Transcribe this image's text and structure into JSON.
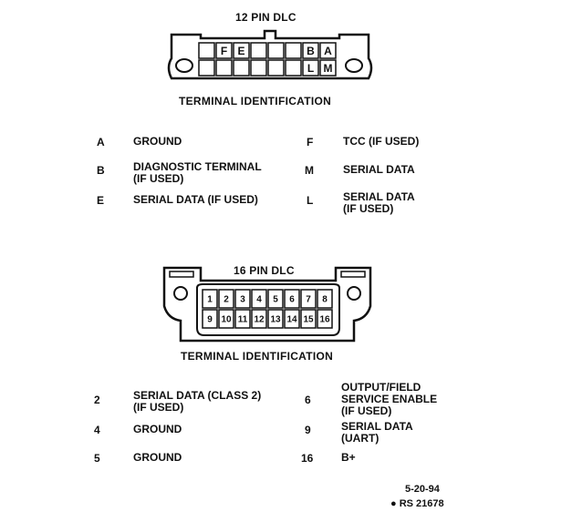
{
  "connector12": {
    "title": "12 PIN DLC",
    "caption": "TERMINAL IDENTIFICATION",
    "top_row": [
      "",
      "F",
      "E",
      "",
      "",
      "",
      "B",
      "A"
    ],
    "bottom_row": [
      "",
      "",
      "",
      "",
      "",
      "",
      "L",
      "M"
    ]
  },
  "table12": [
    {
      "term": "A",
      "desc": "GROUND"
    },
    {
      "term": "B",
      "desc": "DIAGNOSTIC TERMINAL\n(IF USED)"
    },
    {
      "term": "E",
      "desc": "SERIAL DATA (IF USED)"
    },
    {
      "term": "F",
      "desc": "TCC (IF USED)"
    },
    {
      "term": "M",
      "desc": "SERIAL DATA"
    },
    {
      "term": "L",
      "desc": "SERIAL DATA\n(IF USED)"
    }
  ],
  "connector16": {
    "title": "16 PIN DLC",
    "caption": "TERMINAL IDENTIFICATION",
    "top_row": [
      "1",
      "2",
      "3",
      "4",
      "5",
      "6",
      "7",
      "8"
    ],
    "bottom_row": [
      "9",
      "10",
      "11",
      "12",
      "13",
      "14",
      "15",
      "16"
    ]
  },
  "table16": [
    {
      "term": "2",
      "desc": "SERIAL DATA (CLASS 2)\n(IF USED)"
    },
    {
      "term": "4",
      "desc": "GROUND"
    },
    {
      "term": "5",
      "desc": "GROUND"
    },
    {
      "term": "6",
      "desc": "OUTPUT/FIELD\nSERVICE ENABLE\n(IF USED)"
    },
    {
      "term": "9",
      "desc": "SERIAL DATA\n(UART)"
    },
    {
      "term": "16",
      "desc": "B+"
    }
  ],
  "footer": {
    "date": "5-20-94",
    "ref": "● RS 21678"
  }
}
